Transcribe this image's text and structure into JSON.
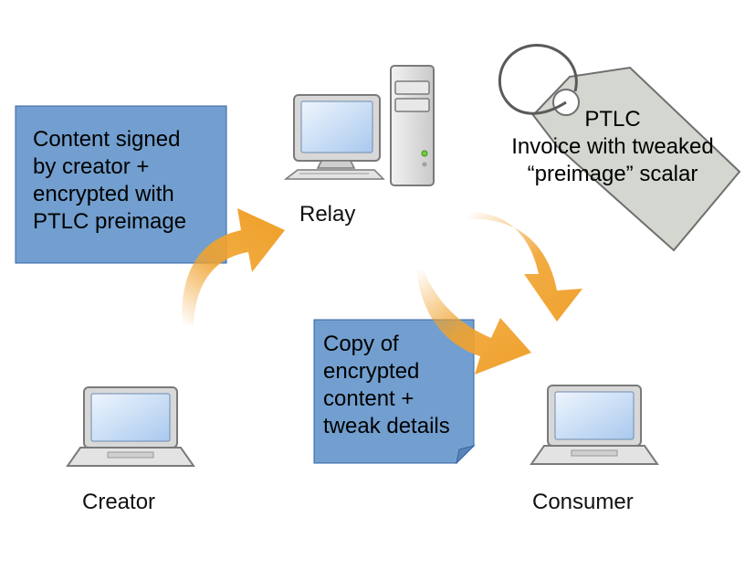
{
  "nodes": {
    "relay": "Relay",
    "creator": "Creator",
    "consumer": "Consumer"
  },
  "notes": {
    "creator_note": [
      "Content signed",
      "by creator +",
      "encrypted with",
      "PTLC preimage"
    ],
    "relay_note": [
      "Copy of",
      "encrypted",
      "content +",
      "tweak details"
    ]
  },
  "tag": {
    "lines": [
      "PTLC",
      "Invoice with tweaked",
      "“preimage” scalar"
    ]
  },
  "colors": {
    "note_fill": "#729fcf",
    "note_border": "#3465a4",
    "arrow": "#f0a22e",
    "tag_fill": "#d3d7cf",
    "tag_stroke": "#6f6f6f"
  }
}
